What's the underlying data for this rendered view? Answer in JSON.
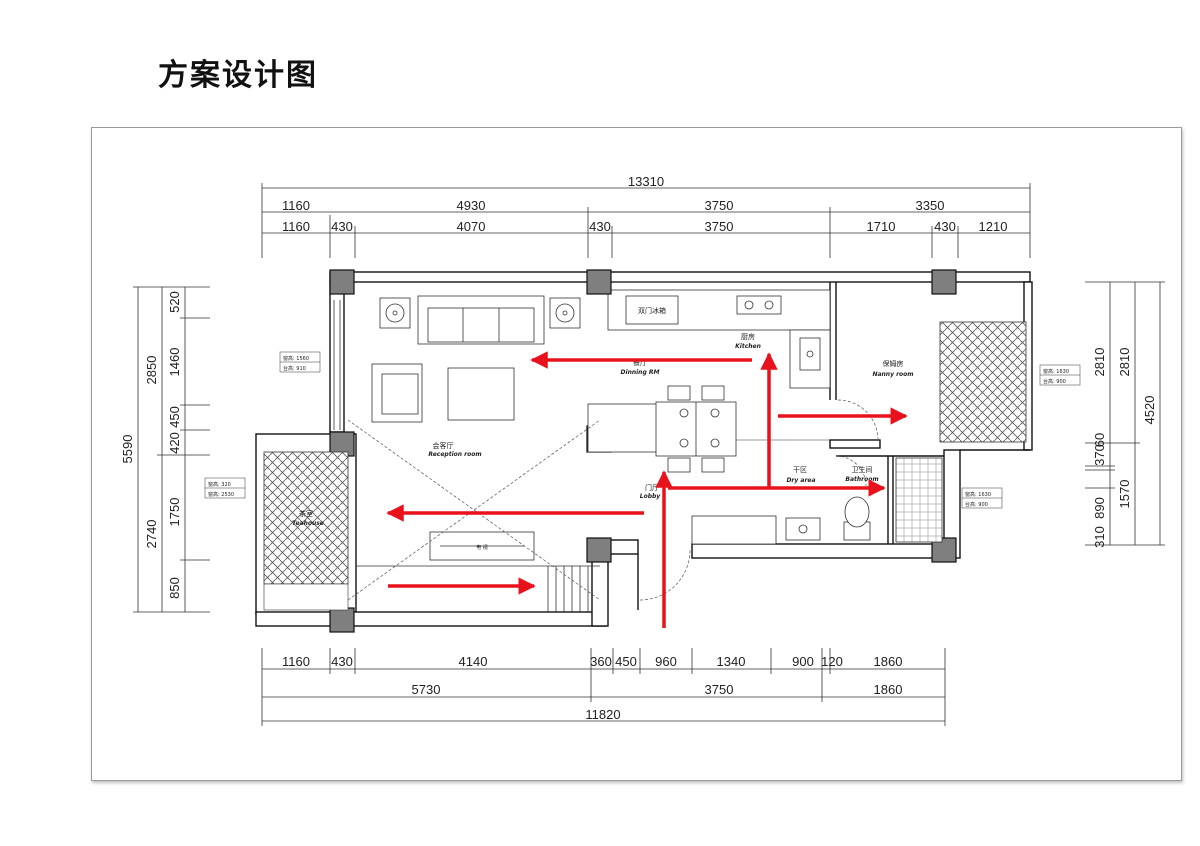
{
  "title": "方案设计图",
  "colors": {
    "arrow": "#e8121c",
    "wall": "#111111",
    "column": "#808080",
    "line": "#333333"
  },
  "dimensions": {
    "top_total": "13310",
    "top_row1": [
      "1160",
      "4930",
      "3750",
      "3350"
    ],
    "top_row2": [
      "1160",
      "430",
      "4070",
      "430",
      "3750",
      "1710",
      "430",
      "1210"
    ],
    "bottom_row1": [
      "1160",
      "430",
      "4140",
      "360",
      "450",
      "960",
      "1340",
      "900",
      "120",
      "1860"
    ],
    "bottom_row2": [
      "5730",
      "3750",
      "1860"
    ],
    "bottom_total": "11820",
    "left_outer": "5590",
    "left_mid": [
      "2850",
      "2740"
    ],
    "left_inner": [
      "520",
      "1460",
      "450",
      "420",
      "1750",
      "850"
    ],
    "right_outer": "4520",
    "right_mid": [
      "2810",
      "1570"
    ],
    "right_inner": [
      "2810",
      "370",
      "60",
      "310",
      "890"
    ]
  },
  "rooms": {
    "reception": {
      "cn": "会客厅",
      "en": "Reception room"
    },
    "dining": {
      "cn": "餐厅",
      "en": "Dinning RM"
    },
    "kitchen": {
      "cn": "厨房",
      "en": "Kitchen"
    },
    "nanny": {
      "cn": "保姆房",
      "en": "Nanny room"
    },
    "teahouse": {
      "cn": "茶室",
      "en": "Teahouse"
    },
    "lobby": {
      "cn": "门厅",
      "en": "Lobby"
    },
    "dry": {
      "cn": "干区",
      "en": "Dry area"
    },
    "bathroom": {
      "cn": "卫生间",
      "en": "Bathroom"
    },
    "fridge": "双门冰箱"
  },
  "tags": {
    "left_top": [
      "窗高: 1560",
      "台高: 910"
    ],
    "left_mid": [
      "窗高: 320",
      "窗高: 2530"
    ],
    "right_top": [
      "窗高: 1630",
      "台高: 900"
    ],
    "right_mid": [
      "窗高: 1630",
      "台高: 900"
    ]
  },
  "tv_label": "电 视"
}
